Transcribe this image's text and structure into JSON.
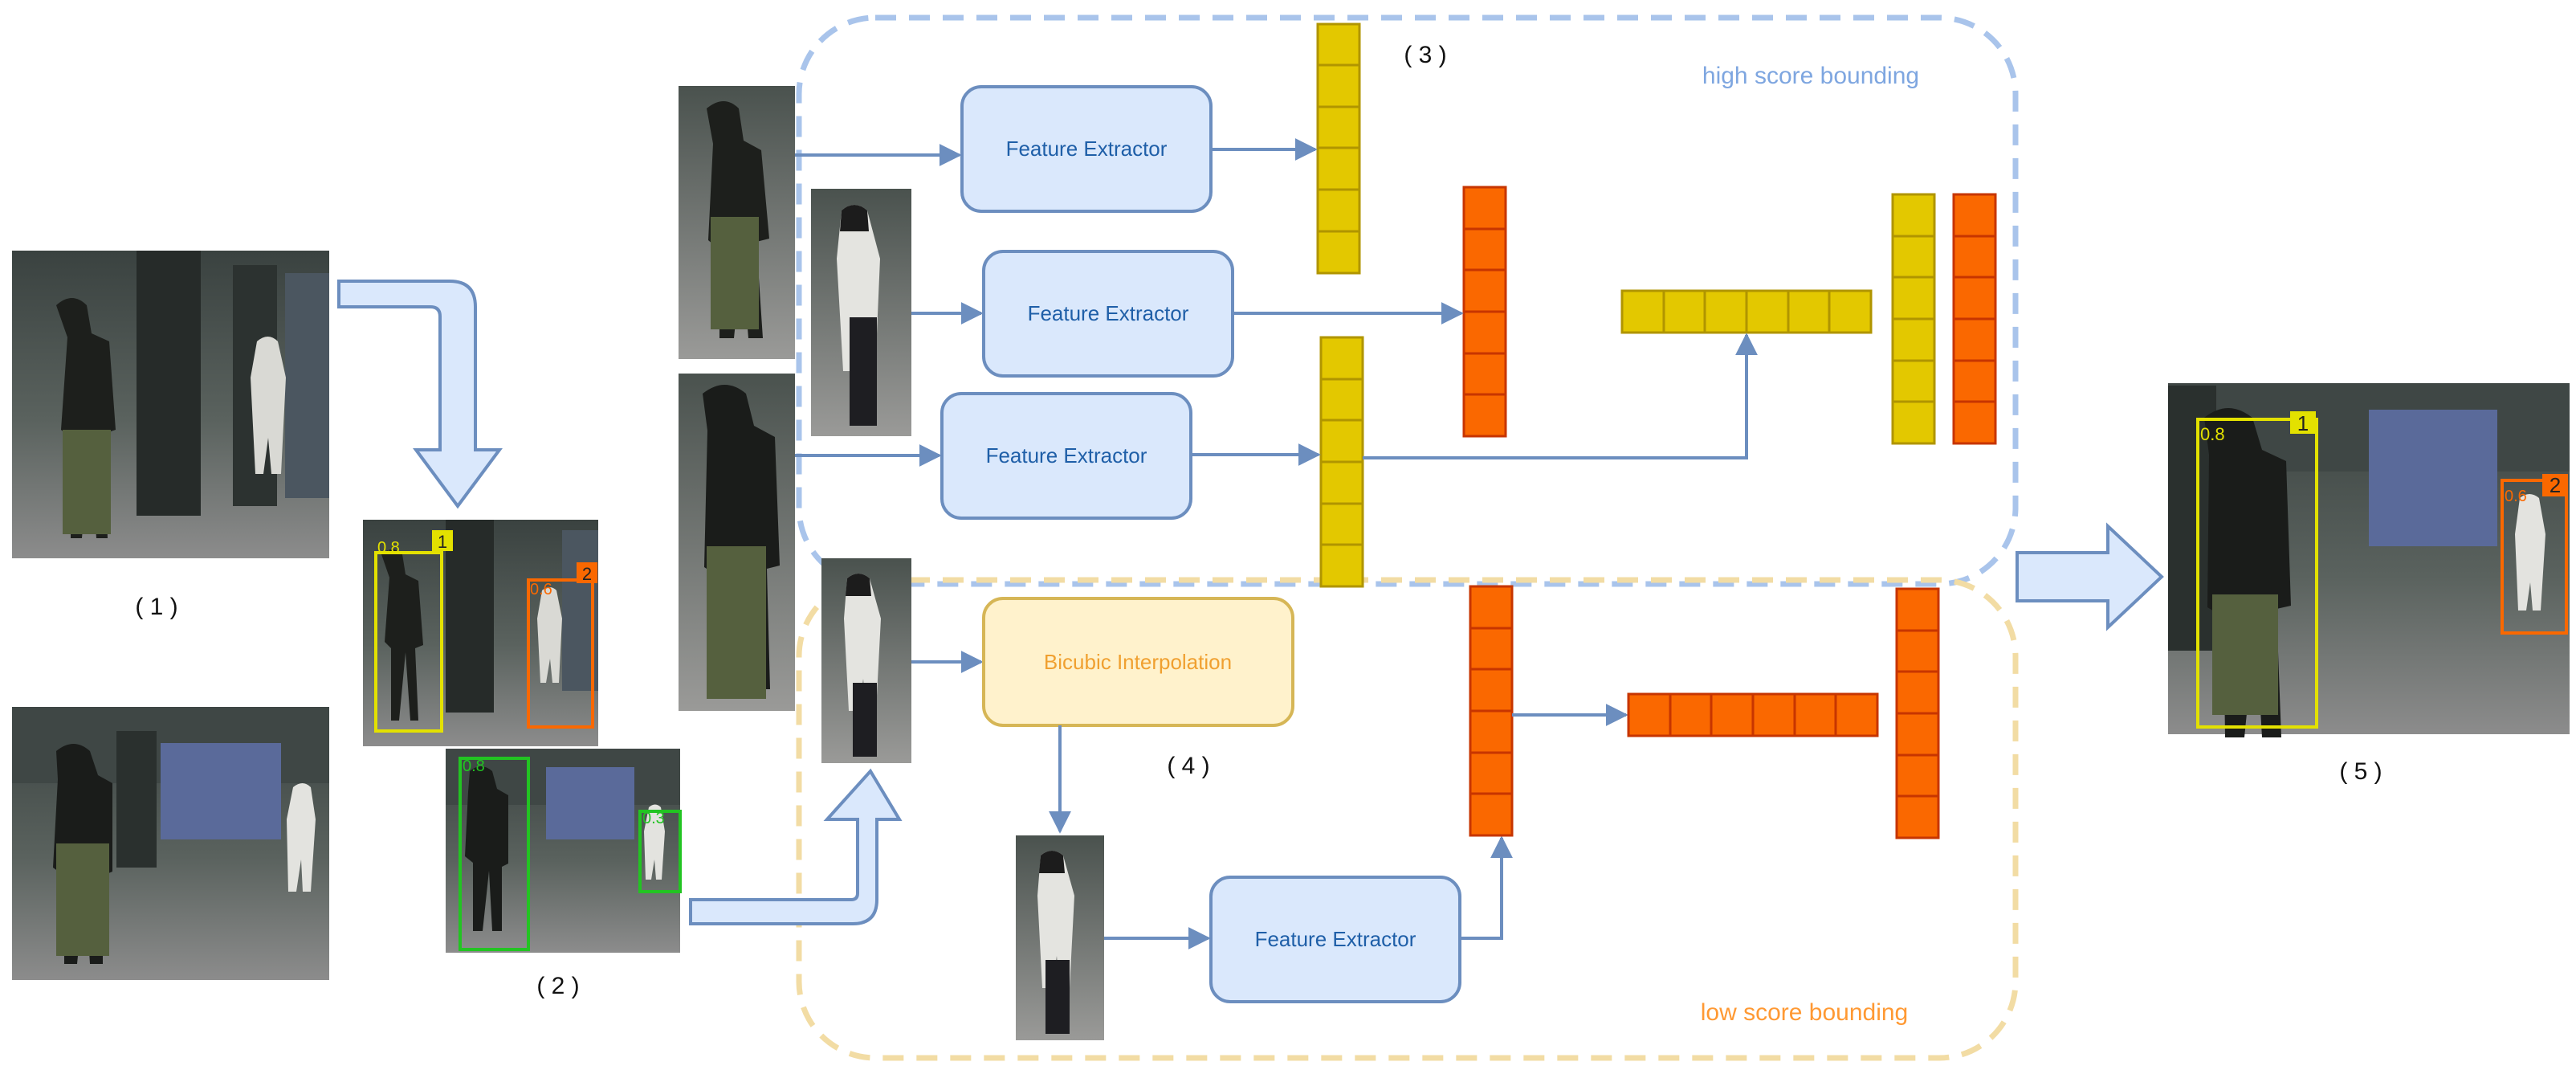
{
  "labels": {
    "step1": "( 1 )",
    "step2": "( 2 )",
    "step3": "( 3 )",
    "step4": "( 4 )",
    "step5": "( 5 )"
  },
  "regions": {
    "high": "high score bounding",
    "low": "low score bounding"
  },
  "boxes": {
    "fe1": "Feature Extractor",
    "fe2": "Feature Extractor",
    "fe3": "Feature Extractor",
    "fe4": "Feature Extractor",
    "bicubic": "Bicubic Interpolation"
  },
  "detections": {
    "frame2_top": [
      {
        "id": "1",
        "score": "0.8"
      },
      {
        "id": "2",
        "score": "0.6"
      }
    ],
    "frame2_bottom": [
      {
        "score": "0.8"
      },
      {
        "score": "0.3"
      }
    ],
    "result": [
      {
        "id": "1",
        "score": "0.8"
      },
      {
        "id": "2",
        "score": "0.6"
      }
    ]
  },
  "colors": {
    "blue_line": "#6c8ebf",
    "box_fill": "#dae8fc",
    "box_text": "#1f5fa8",
    "yellow_fill": "#e3c800",
    "yellow_stroke": "#b09500",
    "orange_fill": "#fa6800",
    "orange_stroke": "#c73500",
    "high_region": "#a9c4eb",
    "low_region": "#f2dca4",
    "high_text": "#7ea6e0",
    "low_text": "#ff9933",
    "bicubic_fill": "#fff2cc",
    "bicubic_text": "#f0a030",
    "green_box": "#22c422"
  }
}
